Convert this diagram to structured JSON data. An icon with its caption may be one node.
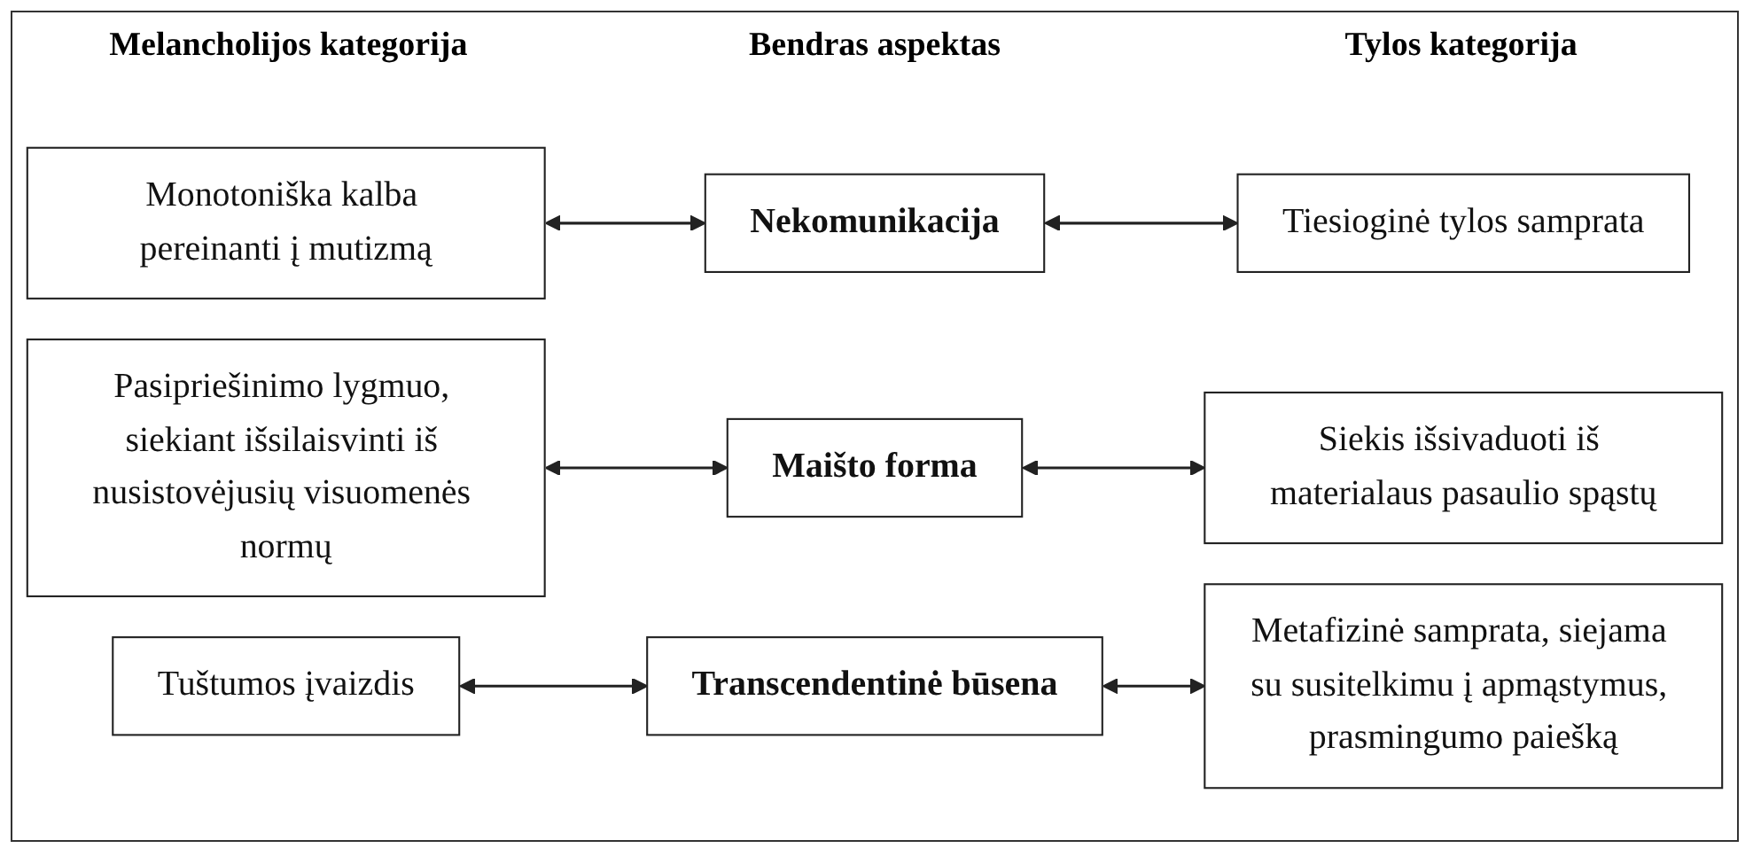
{
  "diagram": {
    "nodes": [
      {
        "text": [
          "Monotoniška kalba pereinanti į mutizmą"
        ]
      },
      {
        "text": [
          "Nekomunikacija"
        ]
      },
      {
        "text": [
          "Tiesioginė tylos samprata"
        ]
      },
      {
        "text": [
          "Pasipriešinimo lygmuo, siekiant išsilaisvinti iš nusistovėjusių visuomenės normų"
        ]
      },
      {
        "text": [
          "Maišto forma"
        ]
      },
      {
        "text": [
          "Siekis išsivaduoti iš materialaus pasaulio spąstų"
        ]
      },
      {
        "text": [
          "Tuštumos įvaizdis"
        ]
      },
      {
        "text": [
          "Transcendentinė būsena"
        ]
      },
      {
        "text": [
          "Metafizinė samprata, siejama su susitelkimu į apmąstymus, prasmingumo paiešką"
        ]
      }
    ],
    "edges": [
      {
        "from": 0,
        "to": 1,
        "arrow": "both"
      },
      {
        "from": 1,
        "to": 2,
        "arrow": "both"
      },
      {
        "from": 3,
        "to": 4,
        "arrow": "both"
      },
      {
        "from": 4,
        "to": 5,
        "arrow": "both"
      },
      {
        "from": 6,
        "to": 7,
        "arrow": "both"
      },
      {
        "from": 7,
        "to": 8,
        "arrow": "both"
      }
    ],
    "labels": [
      "Melancholijos kategorija",
      "Bendras aspektas",
      "Tylos kategorija"
    ]
  }
}
